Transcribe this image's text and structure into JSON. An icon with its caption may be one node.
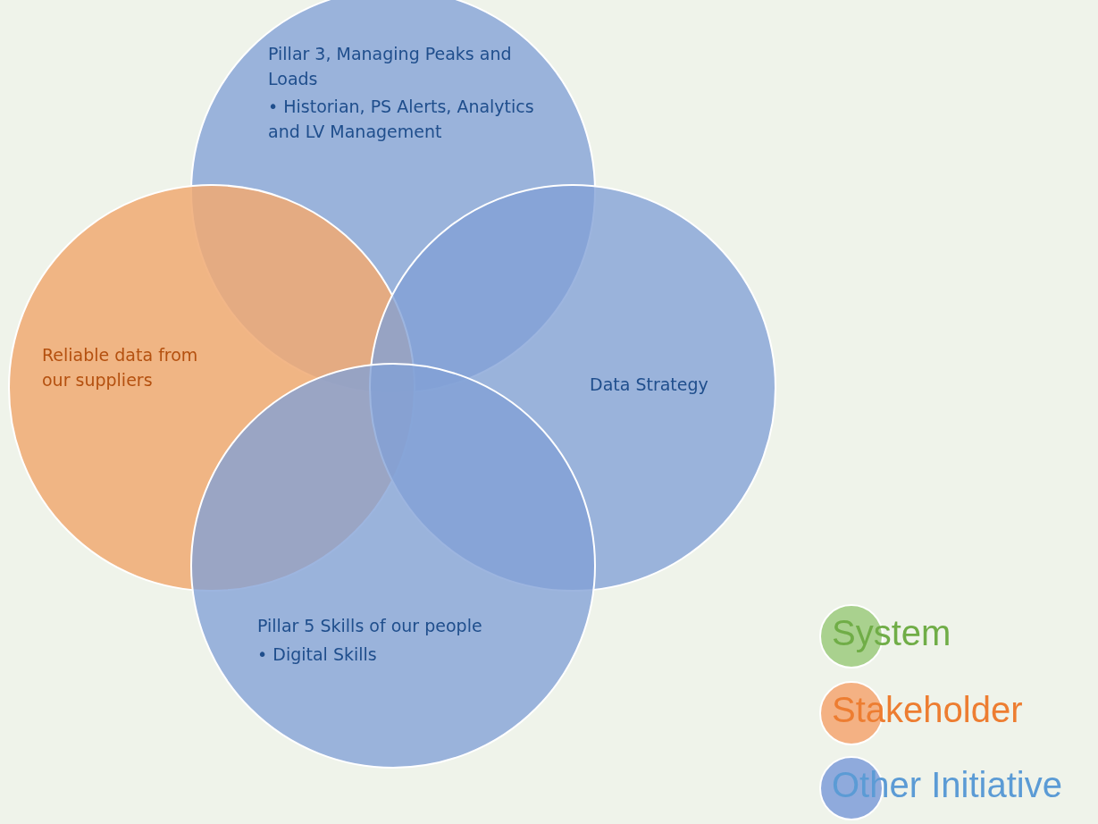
{
  "diagram": {
    "nodes": [
      {
        "text": [
          "Pillar 3, Managing Peaks and Loads",
          "• Historian, PS Alerts, Analytics and LV Management"
        ]
      },
      {
        "text": [
          "Reliable data from our suppliers"
        ]
      },
      {
        "text": [
          "Data Strategy"
        ]
      },
      {
        "text": [
          "Pillar 5 Skills of our people",
          "• Digital Skills"
        ]
      }
    ],
    "legend": [
      {
        "text": "System",
        "color": "#a9d18e"
      },
      {
        "text": "Stakeholder",
        "color": "#f4b183"
      },
      {
        "text": "Other Initiative",
        "color": "#8faadc"
      }
    ]
  }
}
